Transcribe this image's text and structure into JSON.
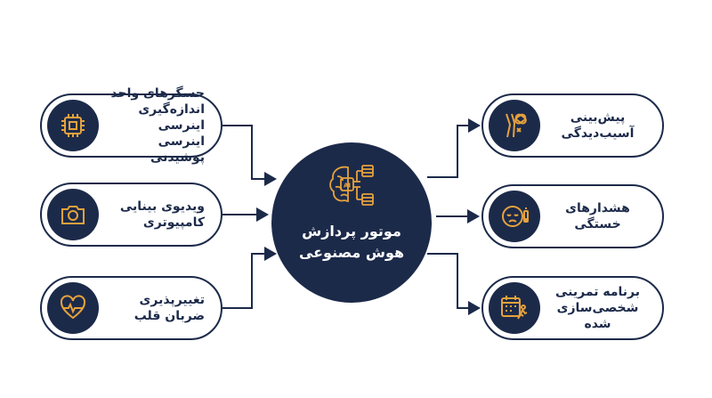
{
  "colors": {
    "navy": "#1c2a4a",
    "accent": "#e6a23c",
    "background": "#ffffff"
  },
  "center": {
    "line1": "موتور پردازش",
    "line2": "هوش مصنوعی",
    "icon": "ai-brain-icon"
  },
  "inputs": [
    {
      "lines": [
        "حسگرهای واحد",
        "اندازه‌گیری اینرسی",
        "اینرسی پوشیدنی"
      ],
      "icon": "chip-icon"
    },
    {
      "lines": [
        "ویدیوی بینایی",
        "کامپیوتری"
      ],
      "icon": "camera-icon"
    },
    {
      "lines": [
        "تغییرپذیری",
        "ضربان قلب"
      ],
      "icon": "heart-rate-icon"
    }
  ],
  "outputs": [
    {
      "lines": [
        "پیش‌بینی",
        "آسیب‌دیدگی"
      ],
      "icon": "knee-injury-icon"
    },
    {
      "lines": [
        "هشدارهای خستگی"
      ],
      "icon": "tired-face-icon"
    },
    {
      "lines": [
        "برنامه تمرینی",
        "شخصی‌سازی شده"
      ],
      "icon": "calendar-runner-icon"
    }
  ]
}
